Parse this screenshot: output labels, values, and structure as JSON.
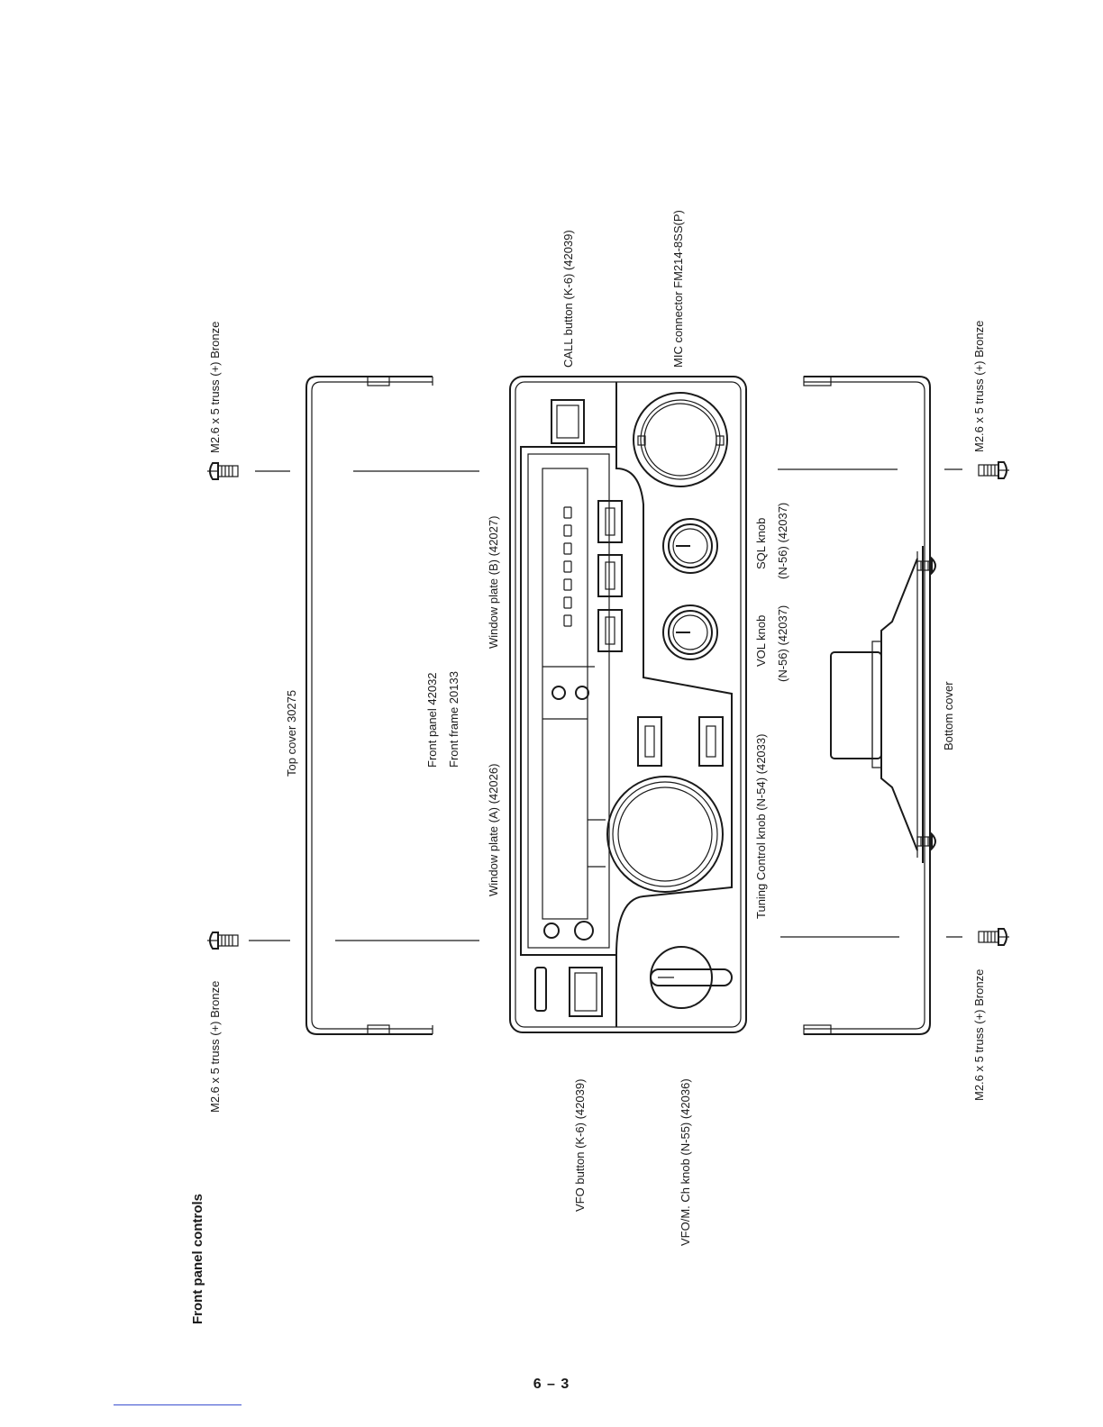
{
  "title": "Front panel controls",
  "page_number": "6 – 3",
  "labels": {
    "screw_top_left": "M2.6 x 5 truss (+) Bronze",
    "screw_top_right": "M2.6 x 5 truss (+) Bronze",
    "screw_bottom_left": "M2.6 x 5 truss (+) Bronze",
    "screw_bottom_right": "M2.6 x 5 truss (+) Bronze",
    "top_cover": "Top cover 30275",
    "front_panel": "Front panel 42032",
    "front_frame": "Front frame 20133",
    "window_plate_a": "Window plate (A) (42026)",
    "window_plate_b": "Window plate (B) (42027)",
    "call_button": "CALL button (K-6) (42039)",
    "mic_connector": "MIC connector FM214-8SS(P)",
    "vfo_button": "VFO button (K-6) (42039)",
    "vfo_mch_knob": "VFO/M. Ch knob (N-55) (42036)",
    "tuning_knob": "Tuning Control knob (N-54) (42033)",
    "vol_knob": "VOL knob",
    "vol_knob_part": "(N-56) (42037)",
    "sql_knob": "SQL knob",
    "sql_knob_part": "(N-56) (42037)",
    "bottom_cover": "Bottom cover"
  },
  "icons": [
    "screw-icon",
    "knob-icon",
    "button-icon"
  ]
}
